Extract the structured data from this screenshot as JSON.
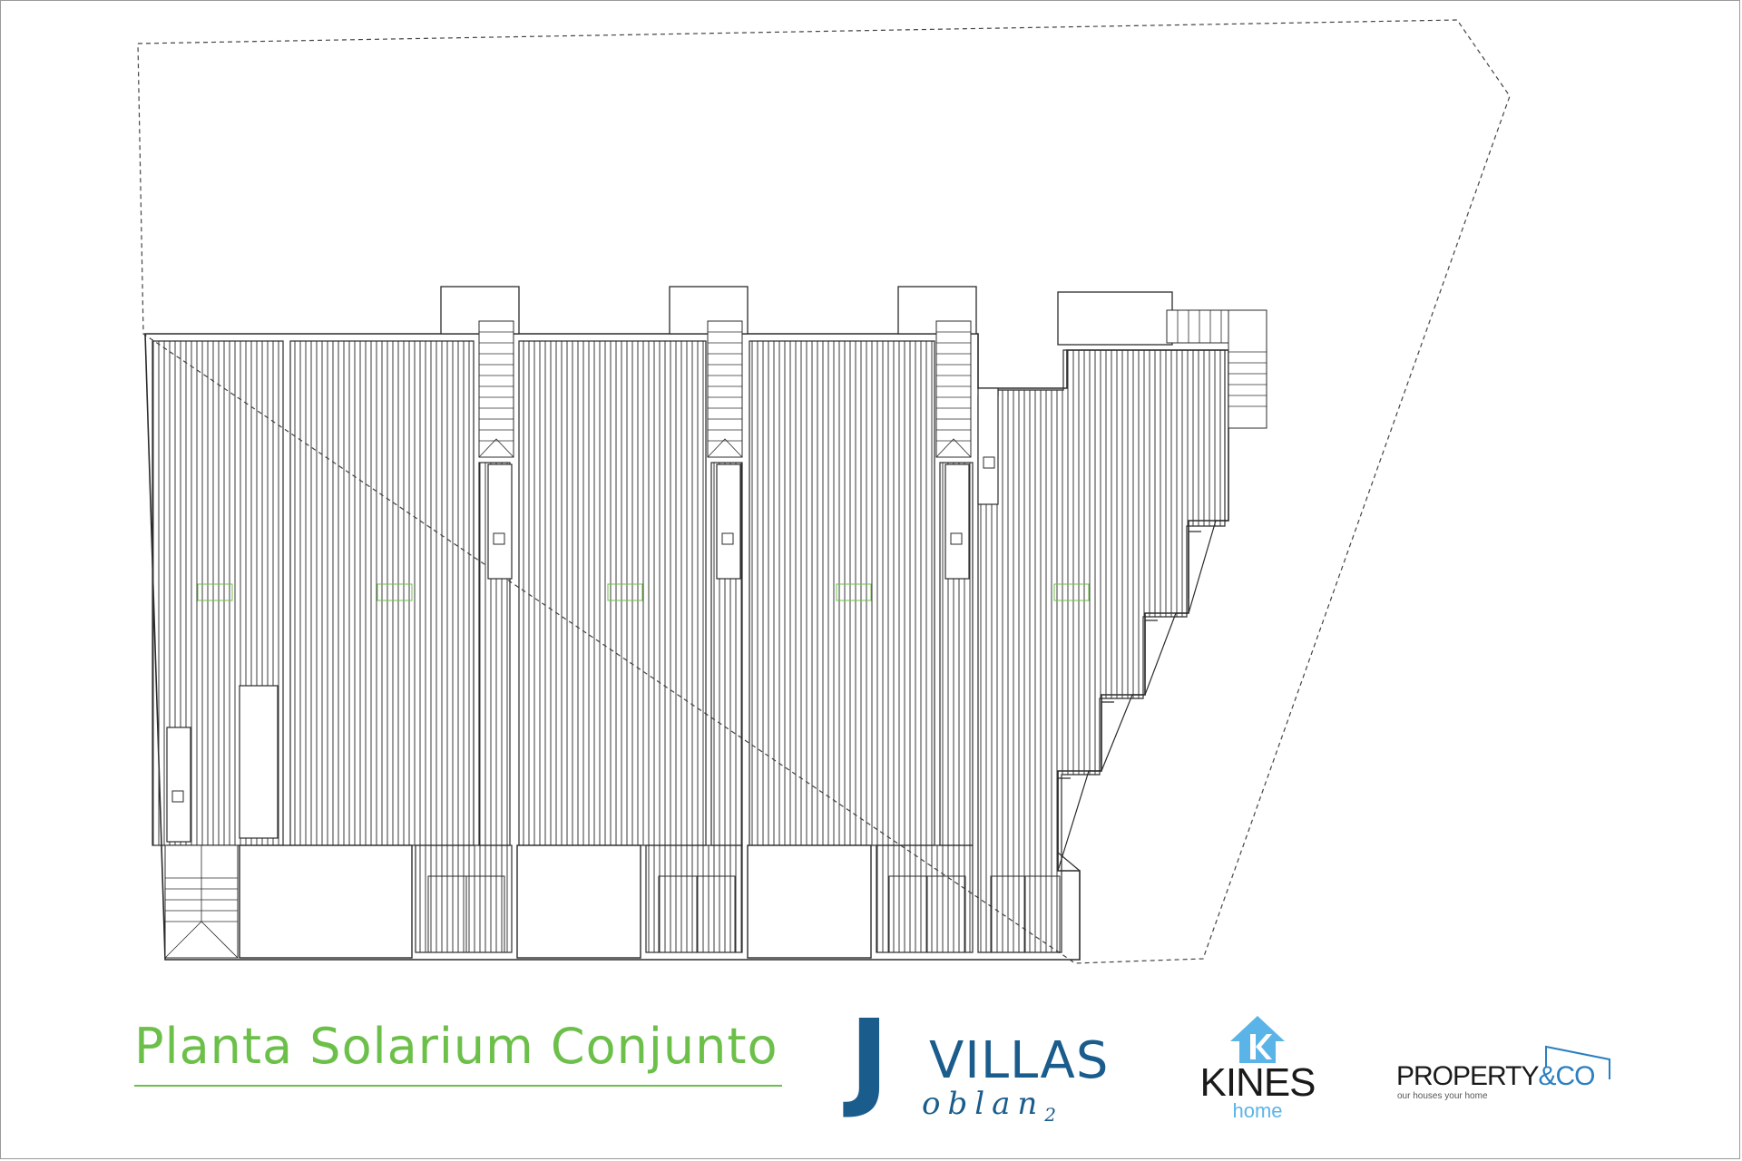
{
  "drawing": {
    "title": "Planta Solarium Conjunto"
  },
  "logos": {
    "villas": {
      "mark": "J",
      "word": "VILLAS",
      "sub": "oblan",
      "sub_mark": "2"
    },
    "kines": {
      "name": "KINES",
      "tagline": "home",
      "icon": "house-k-icon"
    },
    "property": {
      "name": "PROPERTY",
      "name_suffix": "&CO",
      "tagline": "our houses your home",
      "icon": "roof-outline-icon"
    }
  },
  "colors": {
    "title_green": "#6cc04a",
    "label_green": "#6cc04a",
    "villas_blue": "#1a5c8c",
    "kines_blue": "#5bb4e8",
    "property_blue": "#2a7fc0",
    "line": "#2b2b2b"
  }
}
